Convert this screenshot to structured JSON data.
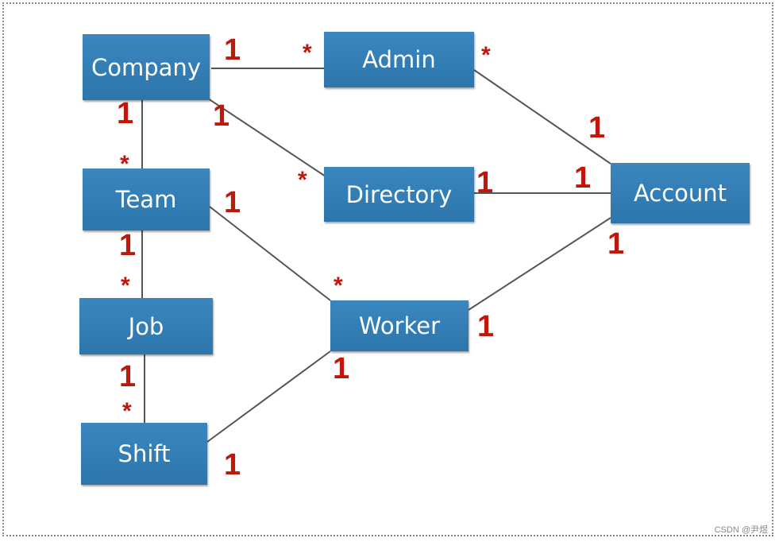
{
  "nodes": {
    "company": "Company",
    "admin": "Admin",
    "team": "Team",
    "directory": "Directory",
    "account": "Account",
    "job": "Job",
    "worker": "Worker",
    "shift": "Shift"
  },
  "multiplicities": {
    "one": "1",
    "many": "*"
  },
  "colors": {
    "node_fill": "#2f7bb3",
    "node_text": "#ffffff",
    "multiplicity": "#c0170c",
    "edge": "#555555",
    "frame": "#8c8c8c"
  },
  "watermark": "CSDN @尹煜"
}
